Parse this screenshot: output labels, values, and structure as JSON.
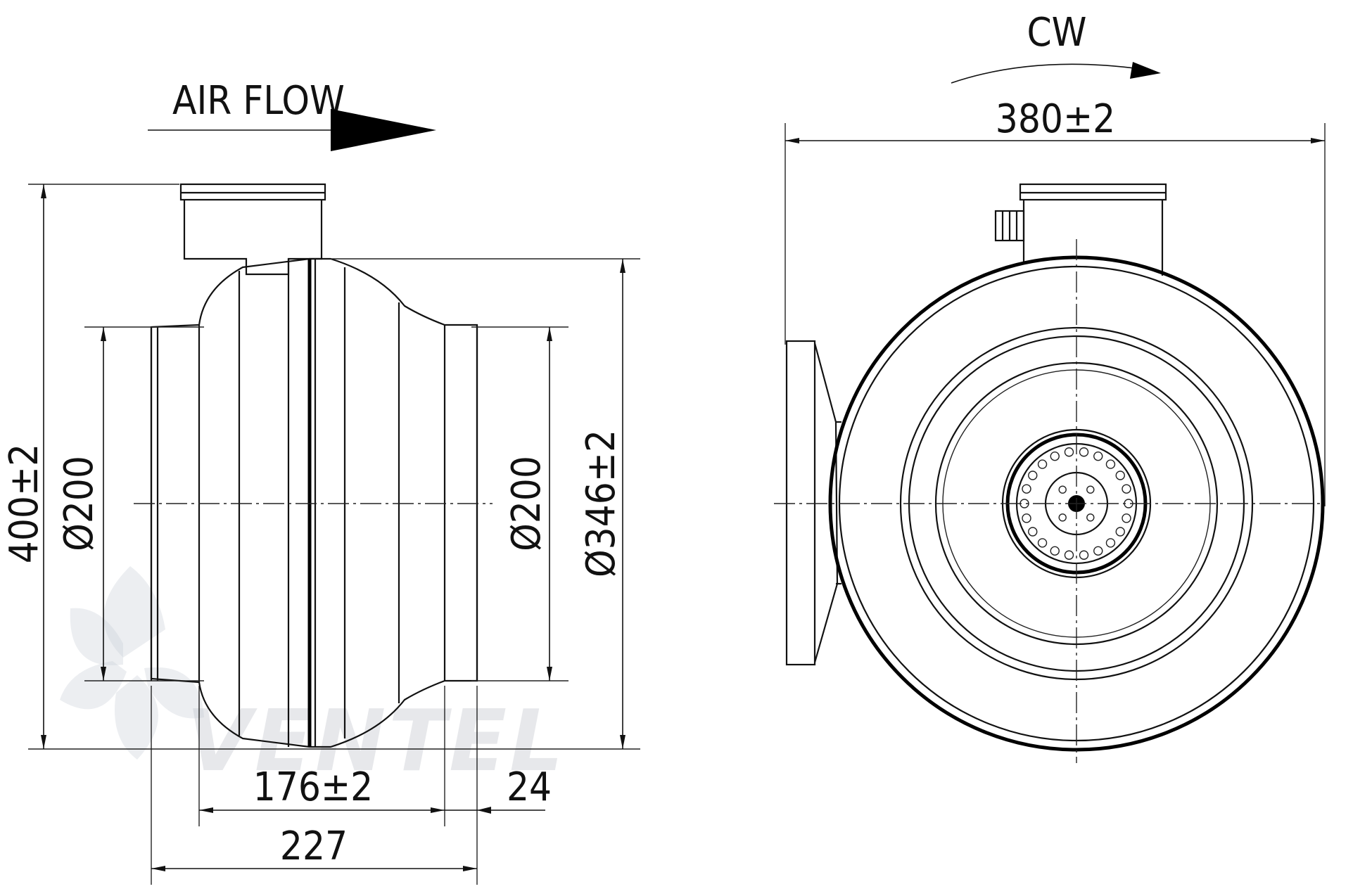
{
  "labels": {
    "air_flow": "AIR FLOW",
    "rotation": "CW"
  },
  "dimensions": {
    "total_height": "400±2",
    "inlet_diameter": "Ø200",
    "outlet_diameter": "Ø200",
    "body_diameter": "Ø346±2",
    "body_length": "176±2",
    "spigot_length": "24",
    "total_length": "227",
    "total_width": "380±2"
  },
  "watermark": {
    "brand": "VENTEL",
    "colors": {
      "dark": "#b8bcc4",
      "accent": "#6fa8dc"
    }
  },
  "icons": [
    "airflow-arrow-icon",
    "rotation-arrow-icon",
    "fan-logo-icon"
  ]
}
